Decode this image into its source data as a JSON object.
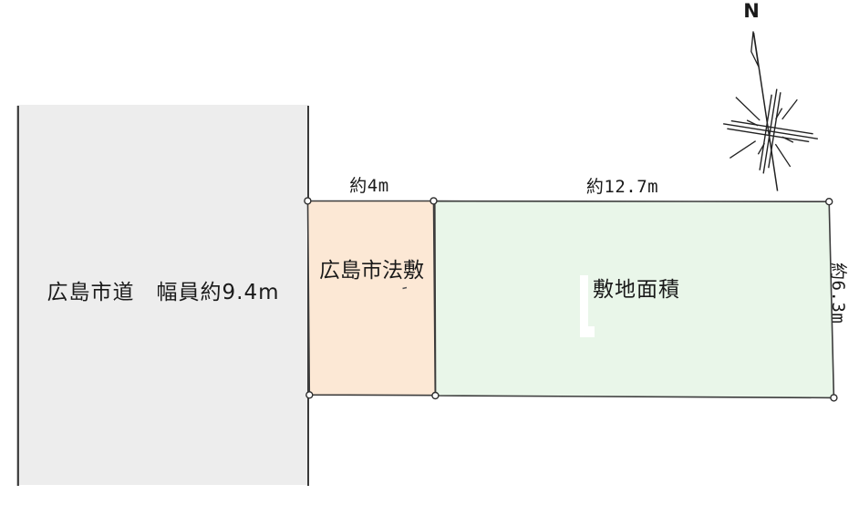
{
  "compass": {
    "north_label": "N"
  },
  "road": {
    "label": "広島市道　幅員約9.4m",
    "fill": "#ededed"
  },
  "slope": {
    "label": "広島市法敷",
    "width_label": "約4m",
    "fill": "#fce8d5"
  },
  "site": {
    "label": "敷地面積",
    "width_label": "約12.7m",
    "depth_label": "約6.3m",
    "fill": "#e9f6e9"
  },
  "colors": {
    "outline": "#3c3c3c",
    "marker_fill": "#ffffff",
    "text": "#1a1a1a",
    "background": "#ffffff"
  }
}
